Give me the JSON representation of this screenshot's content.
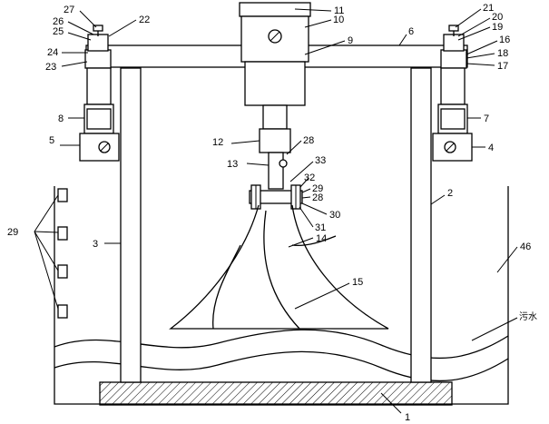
{
  "labels": {
    "l1": "1",
    "l2": "2",
    "l3": "3",
    "l4": "4",
    "l5": "5",
    "l6": "6",
    "l7": "7",
    "l8": "8",
    "l9": "9",
    "l10": "10",
    "l11": "11",
    "l12": "12",
    "l13": "13",
    "l14": "14",
    "l15": "15",
    "l16": "16",
    "l17": "17",
    "l18": "18",
    "l19": "19",
    "l20": "20",
    "l21": "21",
    "l22": "22",
    "l23": "23",
    "l24": "24",
    "l25": "25",
    "l26": "26",
    "l27": "27",
    "l28a": "28",
    "l28b": "28",
    "l29a": "29",
    "l29b": "29",
    "l30": "30",
    "l31": "31",
    "l32": "32",
    "l33": "33",
    "l46": "46",
    "sewage": "污水"
  }
}
